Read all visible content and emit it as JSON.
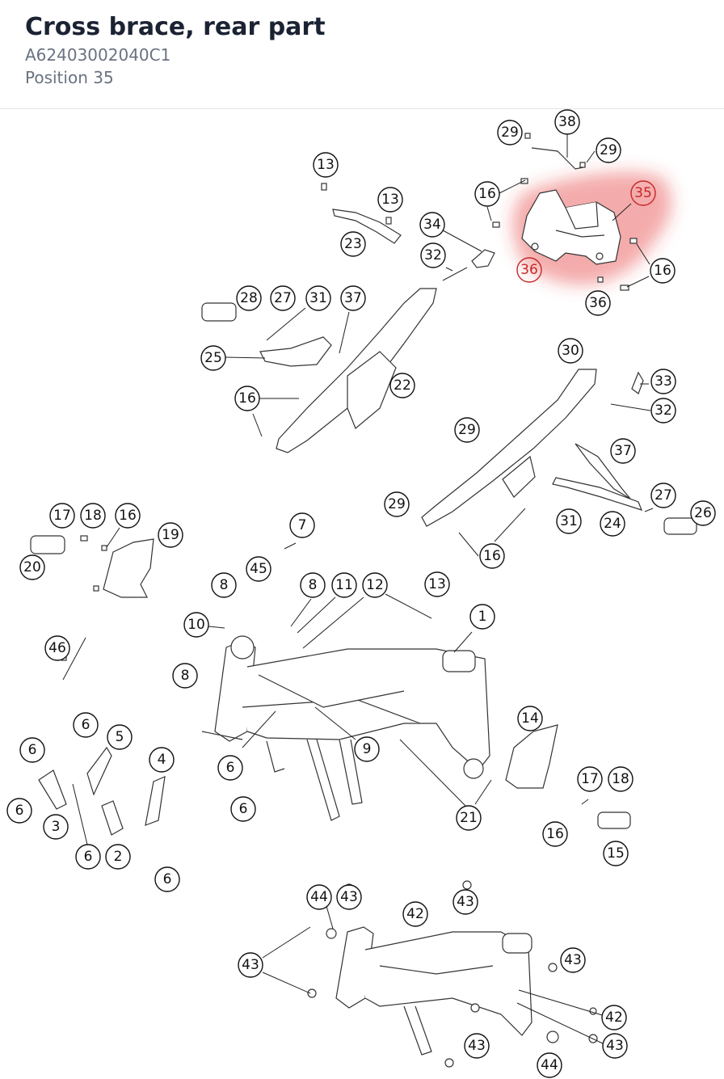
{
  "header": {
    "title": "Cross brace, rear part",
    "part_number": "A62403002040C1",
    "position": "Position 35"
  },
  "highlight": {
    "color": "#e53935",
    "part": "35"
  },
  "callouts": {
    "c01": "29",
    "c02": "38",
    "c03": "29",
    "c04": "13",
    "c05": "13",
    "c06": "16",
    "c07": "35",
    "c08": "23",
    "c09": "34",
    "c10": "32",
    "c11": "36",
    "c12": "16",
    "c13": "36",
    "c14": "28",
    "c15": "27",
    "c16": "31",
    "c17": "37",
    "c18": "25",
    "c19": "22",
    "c20": "30",
    "c21": "33",
    "c22": "16",
    "c23": "32",
    "c24": "29",
    "c25": "37",
    "c26": "27",
    "c27": "29",
    "c28": "31",
    "c29": "24",
    "c30": "26",
    "c31": "16",
    "c32": "17",
    "c33": "18",
    "c34": "16",
    "c35": "19",
    "c36": "20",
    "c37": "7",
    "c38": "45",
    "c39": "8",
    "c40": "8",
    "c41": "11",
    "c42": "12",
    "c43": "13",
    "c44": "10",
    "c45": "1",
    "c46": "46",
    "c47": "8",
    "c48": "9",
    "c49": "14",
    "c50": "6",
    "c51": "5",
    "c52": "6",
    "c53": "4",
    "c54": "6",
    "c55": "6",
    "c56": "3",
    "c57": "6",
    "c58": "6",
    "c59": "2",
    "c60": "6",
    "c61": "17",
    "c62": "18",
    "c63": "21",
    "c64": "16",
    "c65": "15",
    "c66": "44",
    "c67": "43",
    "c68": "42",
    "c69": "43",
    "c70": "43",
    "c71": "43",
    "c72": "42",
    "c73": "43",
    "c74": "43",
    "c75": "44"
  }
}
